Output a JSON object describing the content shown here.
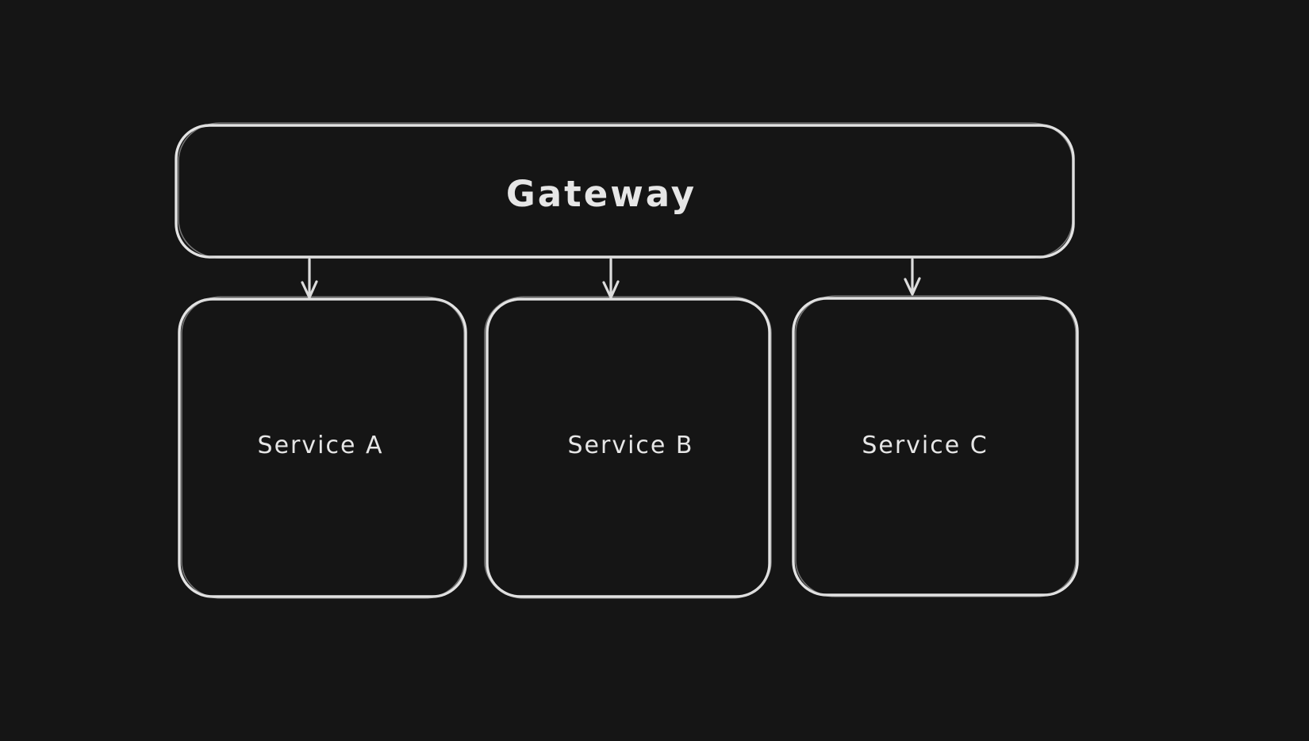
{
  "canvas": {
    "background_color": "#151515",
    "stroke_color": "#e3e3e3",
    "text_color": "#e6e6e6",
    "style": "hand-drawn-whiteboard"
  },
  "diagram": {
    "nodes": [
      {
        "id": "gateway",
        "label": "Gateway",
        "shape": "rounded-rectangle"
      },
      {
        "id": "service-a",
        "label": "Service A",
        "shape": "rounded-rectangle"
      },
      {
        "id": "service-b",
        "label": "Service B",
        "shape": "rounded-rectangle"
      },
      {
        "id": "service-c",
        "label": "Service C",
        "shape": "rounded-rectangle"
      }
    ],
    "edges": [
      {
        "from": "gateway",
        "to": "service-a",
        "style": "straight-arrow-down"
      },
      {
        "from": "gateway",
        "to": "service-b",
        "style": "straight-arrow-down"
      },
      {
        "from": "gateway",
        "to": "service-c",
        "style": "straight-arrow-down"
      }
    ]
  }
}
